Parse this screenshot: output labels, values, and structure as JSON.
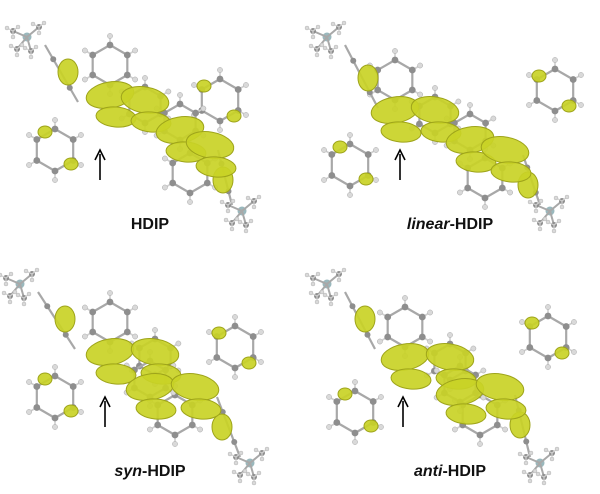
{
  "figure": {
    "panels": [
      {
        "id": "hdip",
        "label_prefix": "",
        "label_main": "HDIP"
      },
      {
        "id": "linear",
        "label_prefix": "linear",
        "label_main": "-HDIP"
      },
      {
        "id": "syn",
        "label_prefix": "syn",
        "label_main": "-HDIP"
      },
      {
        "id": "anti",
        "label_prefix": "anti",
        "label_main": "-HDIP"
      }
    ],
    "colors": {
      "orbital": "#c9d226",
      "orbital_dark": "#9ea41a",
      "carbon": "#8e8e8e",
      "hydrogen": "#d9d9d9",
      "silicon": "#9ab8bd",
      "bond": "#a8a8a8",
      "arrow": "#000000"
    }
  }
}
